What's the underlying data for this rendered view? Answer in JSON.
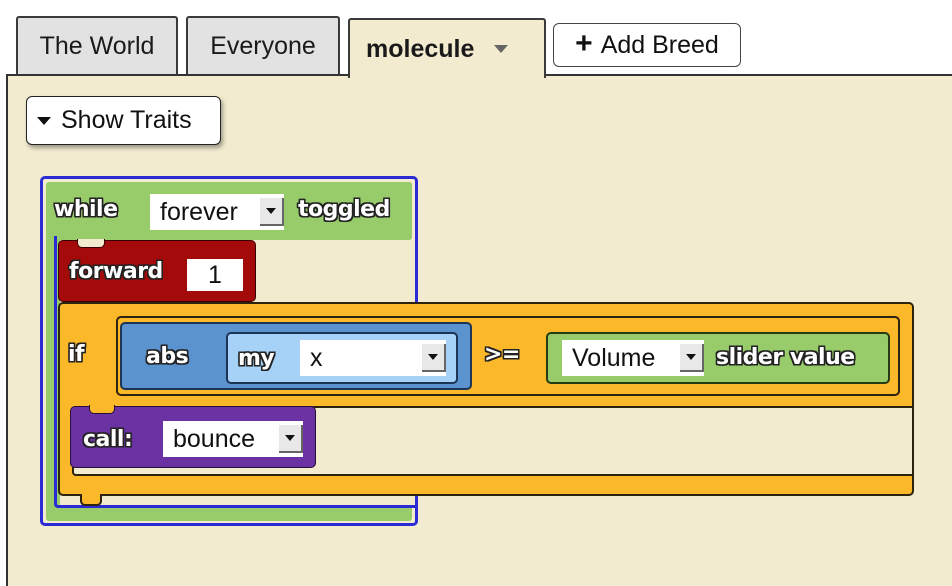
{
  "tabs": [
    {
      "label": "The World",
      "active": false
    },
    {
      "label": "Everyone",
      "active": false
    },
    {
      "label": "molecule",
      "active": true,
      "icon": "caret-down-icon"
    }
  ],
  "add_breed": {
    "icon": "plus-icon",
    "label": "Add Breed"
  },
  "show_traits": {
    "icon": "triangle-down-icon",
    "label": "Show Traits"
  },
  "colors": {
    "workspace_bg": "#f2ebcf",
    "while_block": "#98cc6a",
    "selection_outline": "#2b2bd6",
    "forward_block": "#a50a0a",
    "if_block": "#fbb829",
    "abs_block": "#5b93cf",
    "my_block": "#a6d2f7",
    "slider_block": "#98cc6a",
    "call_block": "#6b32a3"
  },
  "blocks": {
    "while": {
      "keyword": "while",
      "dropdown_value": "forever",
      "suffix": "toggled"
    },
    "forward": {
      "keyword": "forward",
      "value": "1"
    },
    "if": {
      "keyword": "if",
      "operator": ">="
    },
    "abs": {
      "keyword": "abs"
    },
    "my": {
      "keyword": "my",
      "dropdown_value": "x"
    },
    "slider": {
      "dropdown_value": "Volume",
      "suffix": "slider value"
    },
    "call": {
      "keyword": "call:",
      "dropdown_value": "bounce"
    }
  }
}
